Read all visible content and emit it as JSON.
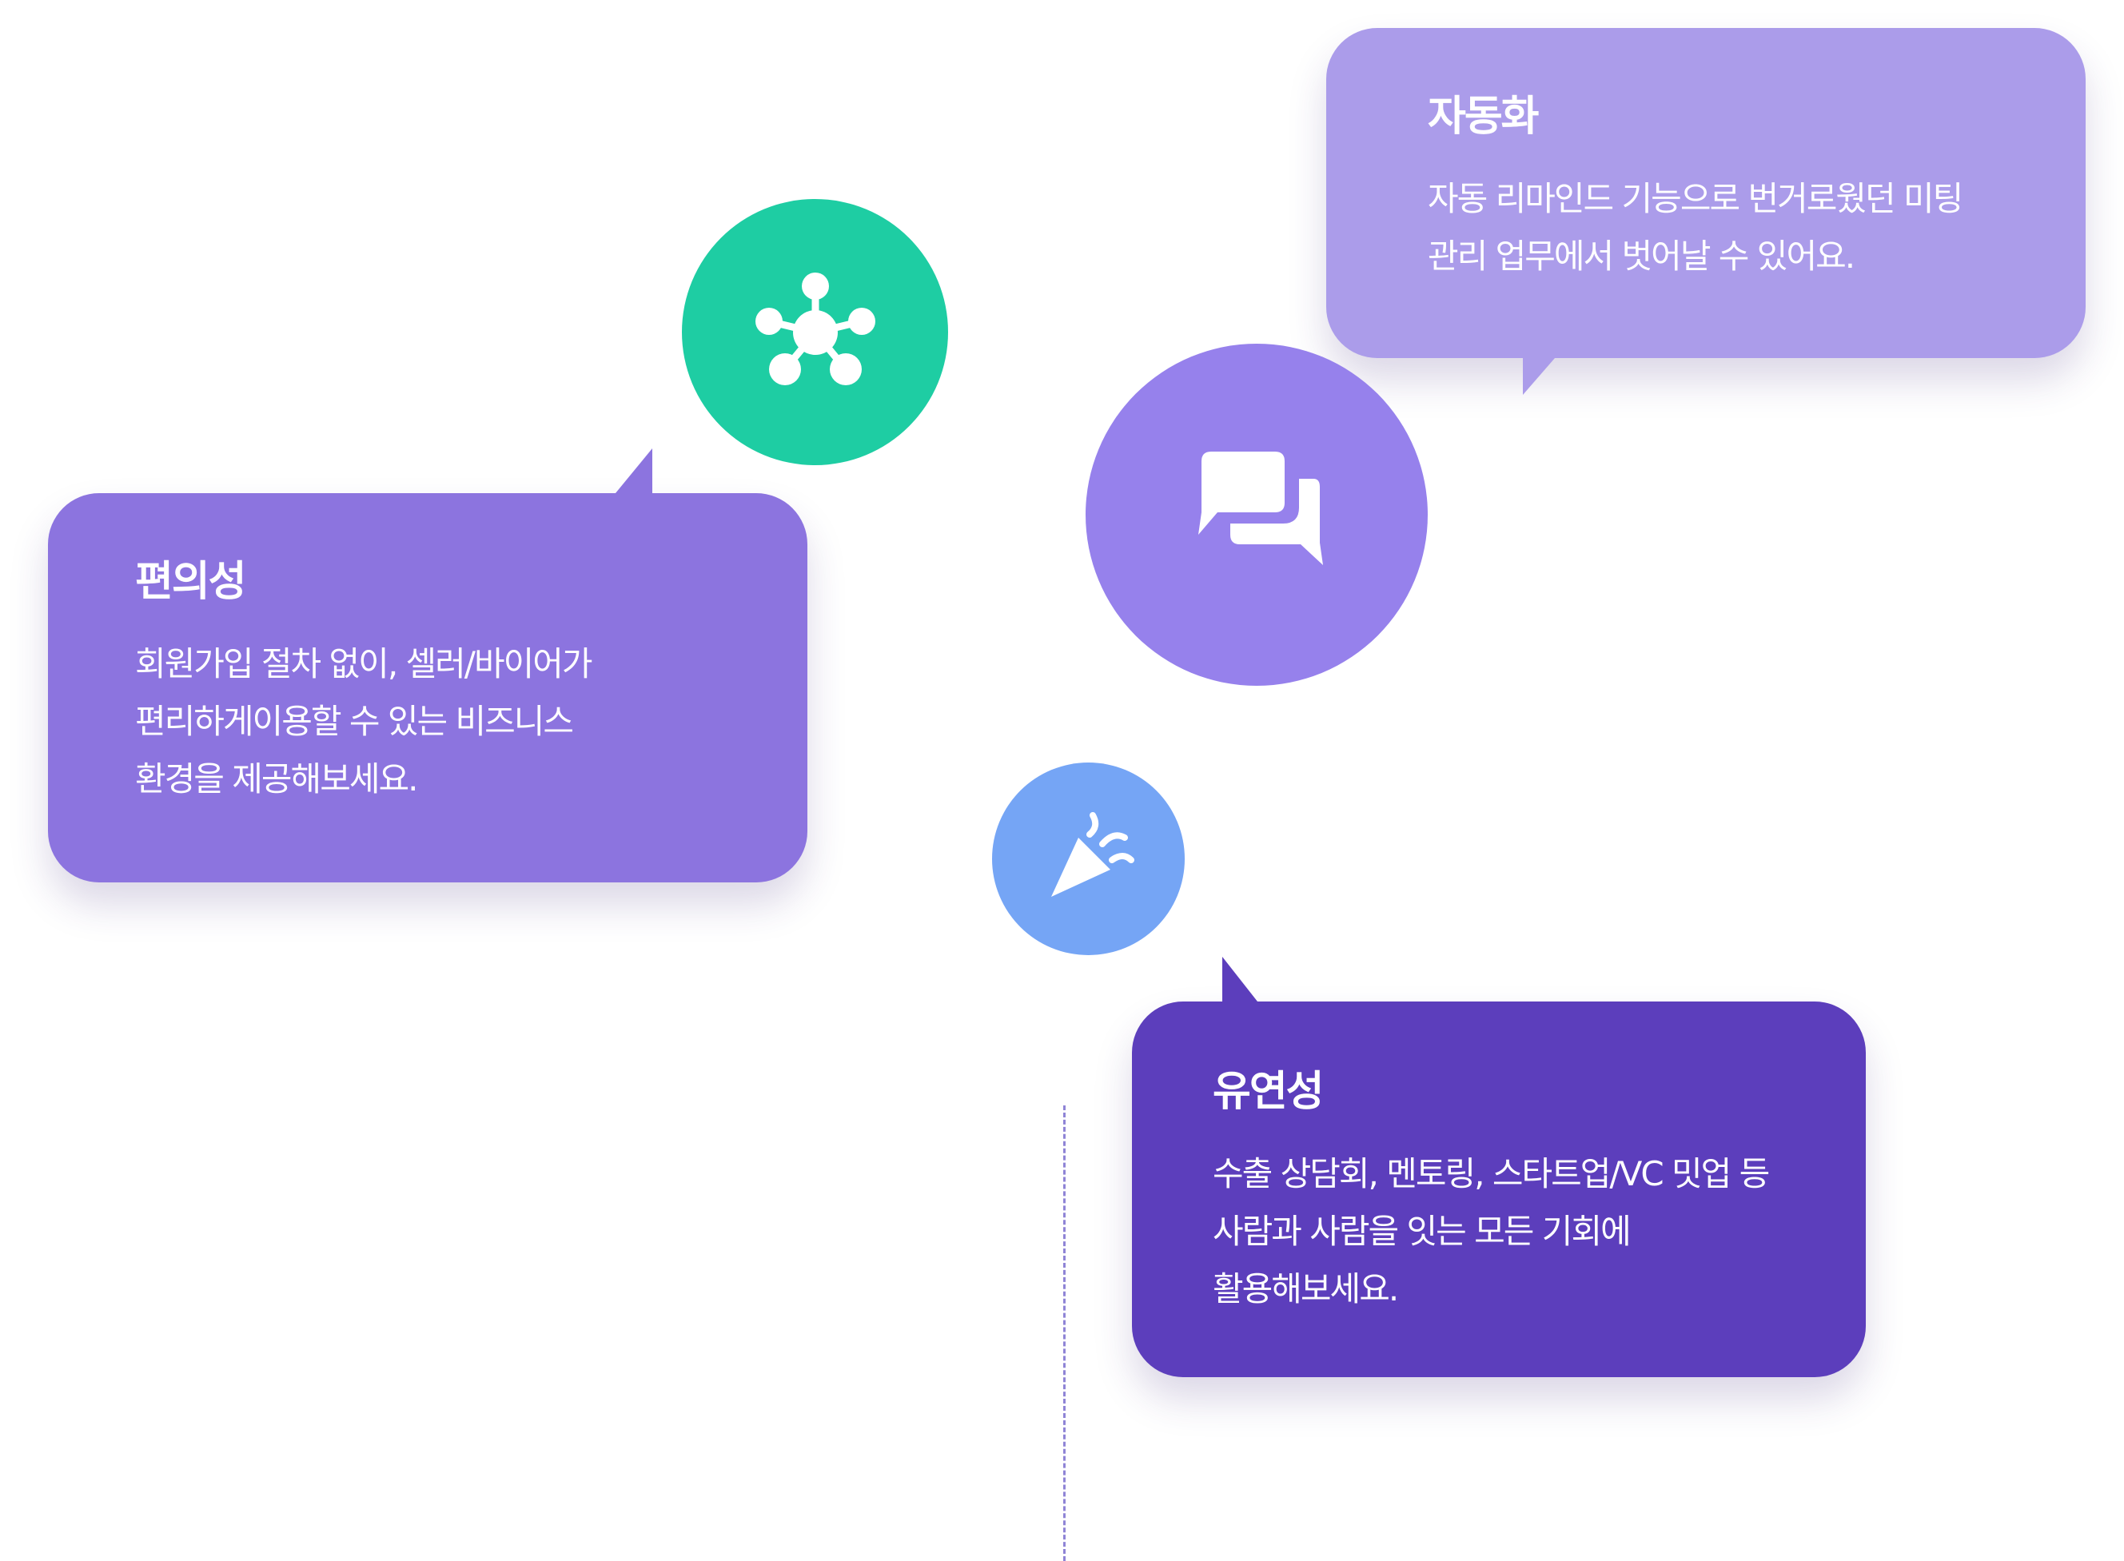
{
  "features": {
    "automation": {
      "title": "자동화",
      "description": "자동 리마인드 기능으로 번거로웠던 미팅\n관리 업무에서 벗어날 수 있어요.",
      "color": "#ab9cea"
    },
    "convenience": {
      "title": "편의성",
      "description": "회원가입 절차 없이, 셀러/바이어가\n편리하게이용할 수 있는 비즈니스\n환경을 제공해보세요.",
      "color": "#8c74df"
    },
    "flexibility": {
      "title": "유연성",
      "description": "수출 상담회, 멘토링, 스타트업/VC 밋업 등\n사람과 사람을 잇는 모든 기회에\n활용해보세요.",
      "color": "#5c3ebc"
    }
  },
  "icons": {
    "network": {
      "name": "network-icon",
      "color": "#1ecda3"
    },
    "chat": {
      "name": "chat-bubbles-icon",
      "color": "#9681ec"
    },
    "celebration": {
      "name": "party-popper-icon",
      "color": "#75a5f5"
    }
  },
  "decoration": {
    "dashed_line_color": "#8f84d6"
  }
}
